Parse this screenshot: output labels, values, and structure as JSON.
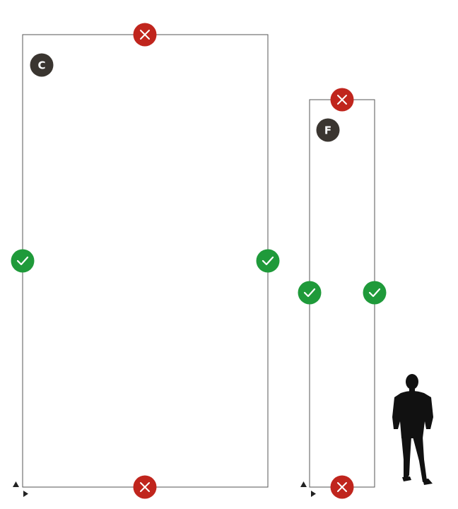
{
  "panels": [
    {
      "letter": "C",
      "sides": {
        "top": "not-allowed",
        "bottom": "not-allowed",
        "left": "allowed",
        "right": "allowed"
      }
    },
    {
      "letter": "F",
      "sides": {
        "top": "not-allowed",
        "bottom": "not-allowed",
        "left": "allowed",
        "right": "allowed"
      }
    }
  ],
  "icons": {
    "allowed": "check-icon",
    "not_allowed": "cross-icon",
    "origin_markers": "triangle-arrow-icon",
    "scale_figure": "person-silhouette-icon"
  },
  "colors": {
    "allowed": "#1f9a3a",
    "not_allowed": "#c0251d",
    "badge": "#3a3530",
    "outline": "#555555",
    "silhouette": "#111111"
  }
}
